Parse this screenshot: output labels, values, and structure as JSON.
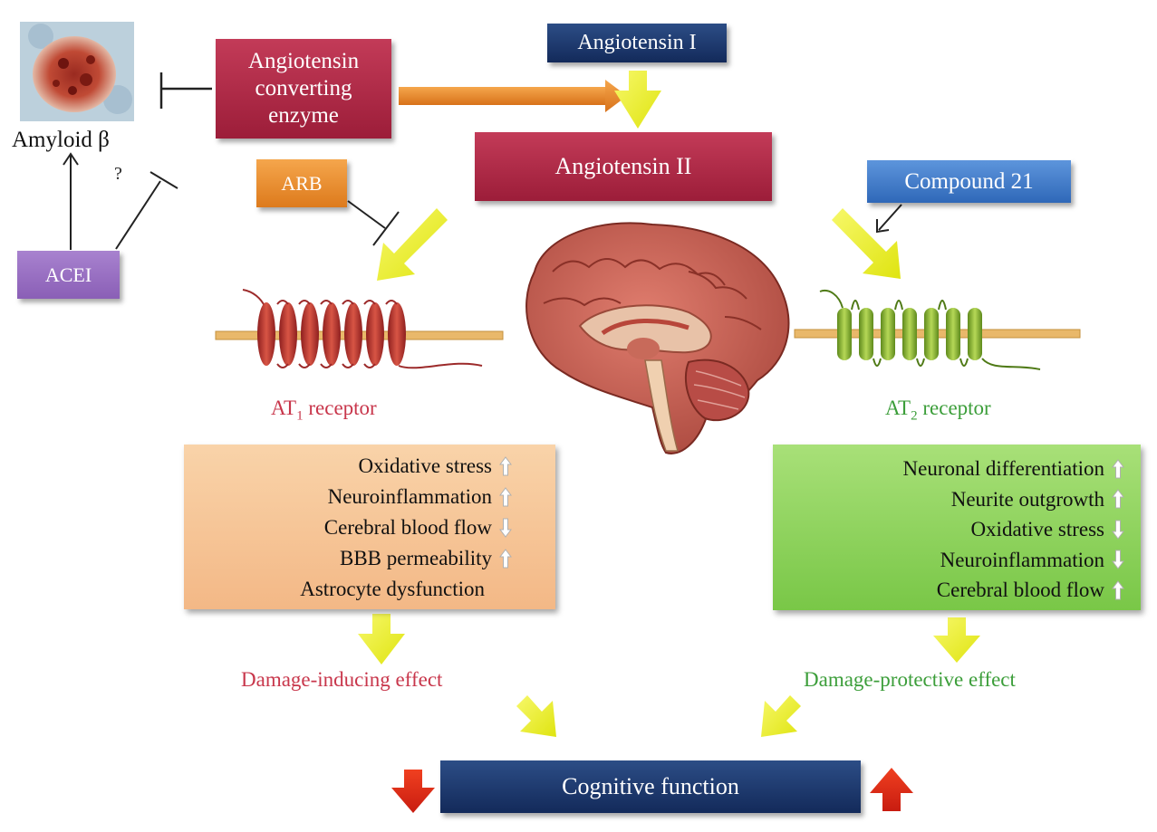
{
  "nodes": {
    "ace_line1": "Angiotensin",
    "ace_line2": "converting",
    "ace_line3": "enzyme",
    "angiotensin1": "Angiotensin I",
    "angiotensin2": "Angiotensin II",
    "arb": "ARB",
    "compound21": "Compound 21",
    "acei": "ACEI",
    "amyloid": "Amyloid β",
    "unknown": "?",
    "cognitive": "Cognitive function"
  },
  "receptors": {
    "at1_prefix": "AT",
    "at1_sub": "1",
    "at1_suffix": " receptor",
    "at2_prefix": "AT",
    "at2_sub": "2",
    "at2_suffix": " receptor"
  },
  "at1_effects": [
    {
      "text": "Oxidative stress",
      "dir": "up"
    },
    {
      "text": "Neuroinflammation",
      "dir": "up"
    },
    {
      "text": "Cerebral blood flow",
      "dir": "down"
    },
    {
      "text": "BBB permeability",
      "dir": "up"
    },
    {
      "text": "Astrocyte dysfunction",
      "dir": "none"
    }
  ],
  "at2_effects": [
    {
      "text": "Neuronal differentiation",
      "dir": "up"
    },
    {
      "text": "Neurite outgrowth",
      "dir": "up"
    },
    {
      "text": "Oxidative stress",
      "dir": "down"
    },
    {
      "text": "Neuroinflammation",
      "dir": "down"
    },
    {
      "text": "Cerebral blood flow",
      "dir": "up"
    }
  ],
  "outcomes": {
    "at1": "Damage-inducing effect",
    "at2": "Damage-protective effect"
  },
  "colors": {
    "red_box": "#a8243f",
    "navy_box": "#1b3566",
    "orange_box": "#e88a2c",
    "blue_box": "#3f79c8",
    "purple_box": "#9a6fc2",
    "at1_panel": "#f6c597",
    "at2_panel": "#8dd25a",
    "yellow_arrow": "#eef22a",
    "red_text": "#c8364b",
    "green_text": "#3c9e3a"
  }
}
